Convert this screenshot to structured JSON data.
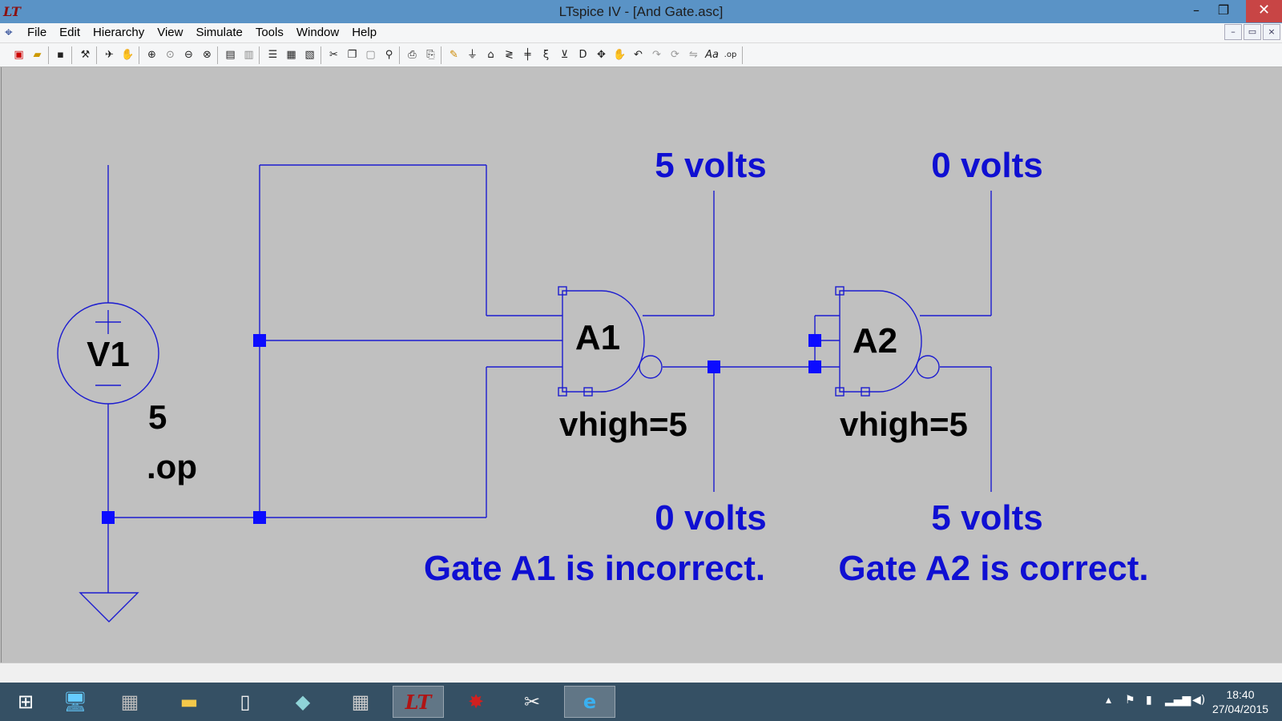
{
  "window": {
    "title": "LTspice IV - [And Gate.asc]",
    "app_icon": "ltspice-icon",
    "buttons": {
      "minimize": "–",
      "maximize": "❐",
      "close": "✕"
    }
  },
  "menu": {
    "items": [
      "File",
      "Edit",
      "Hierarchy",
      "View",
      "Simulate",
      "Tools",
      "Window",
      "Help"
    ],
    "mdi": [
      "–",
      "▭",
      "×"
    ]
  },
  "toolbar": {
    "icons": [
      "new-schematic-icon",
      "open-icon",
      "save-icon",
      "control-panel-icon",
      "run-icon",
      "halt-icon",
      "zoom-in-icon",
      "zoom-pan-icon",
      "zoom-out-icon",
      "zoom-fit-icon",
      "tile-icon",
      "cascade-icon",
      "close-window-icon",
      "tile-horizontal-icon",
      "tile-vertical-icon",
      "cut-icon",
      "copy-icon",
      "paste-icon",
      "find-icon",
      "print-preview-icon",
      "print-icon",
      "draw-wire-icon",
      "ground-icon",
      "label-net-icon",
      "resistor-icon",
      "capacitor-icon",
      "inductor-icon",
      "diode-icon",
      "component-icon",
      "move-icon",
      "drag-icon",
      "undo-icon",
      "redo-icon",
      "rotate-icon",
      "mirror-icon",
      "text-icon",
      "spice-directive-icon"
    ]
  },
  "schematic": {
    "source": {
      "ref": "V1",
      "value": "5",
      "directive": ".op"
    },
    "gates": [
      {
        "ref": "A1",
        "param": "vhigh=5"
      },
      {
        "ref": "A2",
        "param": "vhigh=5"
      }
    ],
    "annotations": {
      "a1_and_out": "5 volts",
      "a2_and_out": "0 volts",
      "a1_nand_out": "0 volts",
      "a2_nand_out": "5 volts",
      "verdict_a1": "Gate A1 is incorrect.",
      "verdict_a2": "Gate A2 is correct."
    },
    "colors": {
      "wire": "#1c1cd0",
      "text_blue": "#0f0fd2",
      "text_black": "#000000"
    }
  },
  "taskbar": {
    "apps": [
      "windows-start-icon",
      "remote-desktop-icon",
      "firewall-icon",
      "file-explorer-icon",
      "notepad-icon",
      "eraser-icon",
      "calculator-icon",
      "ltspice-icon",
      "paint-splat-icon",
      "snipping-tool-icon",
      "internet-explorer-icon"
    ],
    "time": "18:40",
    "date": "27/04/2015"
  }
}
